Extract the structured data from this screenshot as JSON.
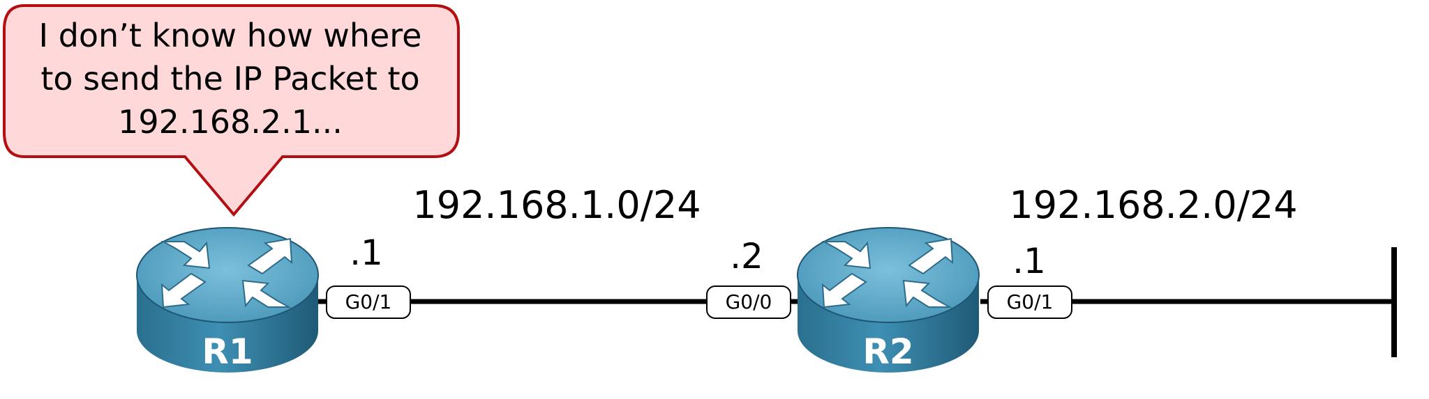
{
  "speech_bubble": {
    "lines": [
      "I don’t know how where",
      "to send the IP Packet to",
      "192.168.2.1..."
    ]
  },
  "networks": {
    "left": "192.168.1.0/24",
    "right": "192.168.2.0/24"
  },
  "routers": {
    "r1": {
      "name": "R1",
      "interface": "G0/1",
      "host": ".1"
    },
    "r2": {
      "name": "R2",
      "left_interface": "G0/0",
      "left_host": ".2",
      "right_interface": "G0/1",
      "right_host": ".1"
    }
  },
  "colors": {
    "bubble_fill": "#ffd9da",
    "bubble_stroke": "#b30f12",
    "router_top": "#5aa6c6",
    "router_side": "#2a6f8e",
    "link": "#000000"
  }
}
